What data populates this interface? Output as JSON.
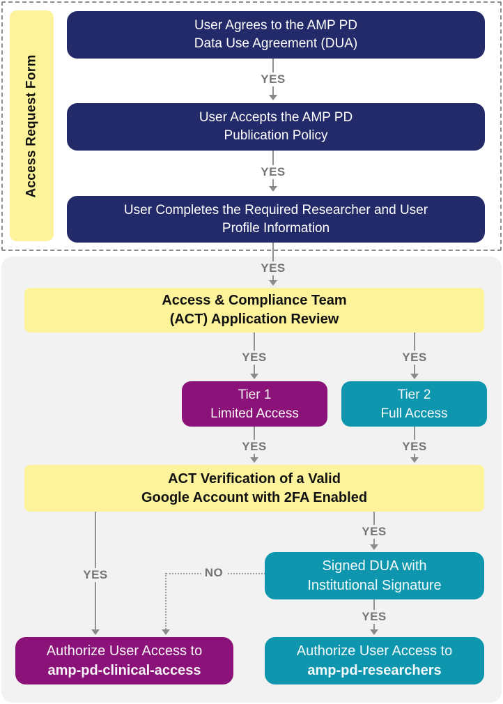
{
  "section": {
    "label": "Access Request Form"
  },
  "labels": {
    "yes": "YES",
    "no": "NO"
  },
  "boxes": {
    "dua": {
      "line1": "User Agrees to the AMP PD",
      "line2": "Data Use Agreement (DUA)"
    },
    "publication": {
      "line1": "User Accepts the AMP PD",
      "line2": "Publication Policy"
    },
    "profile": {
      "line1": "User Completes the Required Researcher and User",
      "line2": "Profile Information"
    },
    "act_review": {
      "line1": "Access & Compliance Team",
      "line2": "(ACT) Application Review"
    },
    "tier1": {
      "line1": "Tier 1",
      "line2": "Limited Access"
    },
    "tier2": {
      "line1": "Tier 2",
      "line2": "Full Access"
    },
    "act_verification": {
      "line1": "ACT Verification of a Valid",
      "line2": "Google Account with 2FA Enabled"
    },
    "signed_dua": {
      "line1": "Signed DUA with",
      "line2": "Institutional Signature"
    },
    "authorize_clinical": {
      "line1": "Authorize User Access to",
      "line2": "amp-pd-clinical-access"
    },
    "authorize_researchers": {
      "line1": "Authorize User Access to",
      "line2": "amp-pd-researchers"
    }
  },
  "colors": {
    "navy": "#232a69",
    "yellow": "#fdf39b",
    "purple": "#8b1278",
    "teal": "#0d96ae",
    "panel_gray": "#f2f2f2",
    "arrow_gray": "#8a8a8a",
    "label_gray": "#757575"
  }
}
